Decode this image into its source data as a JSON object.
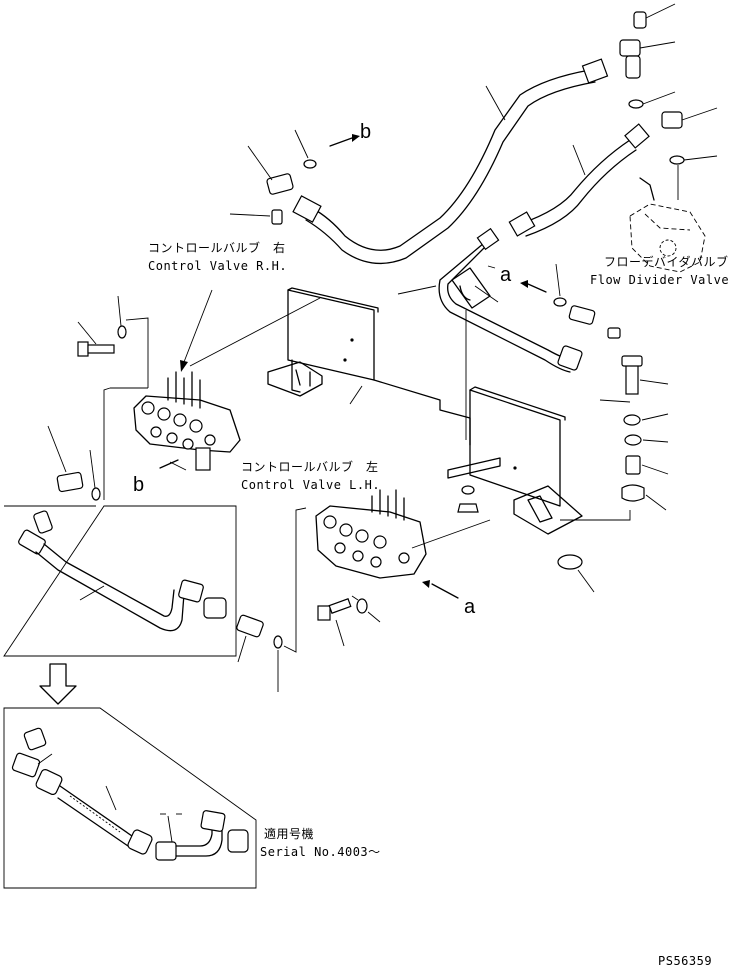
{
  "labels": {
    "control_valve_rh_jp": "コントロールバルブ　右",
    "control_valve_rh_en": "Control Valve R.H.",
    "control_valve_lh_jp": "コントロールバルブ　左",
    "control_valve_lh_en": "Control Valve L.H.",
    "flow_divider_jp": "フローデバイダバルブ",
    "flow_divider_en": "Flow Divider Valve",
    "serial_jp": "適用号機",
    "serial_en": "Serial No.4003〜",
    "ref_a": "a",
    "ref_b": "b",
    "drawing_no": "PS56359"
  }
}
